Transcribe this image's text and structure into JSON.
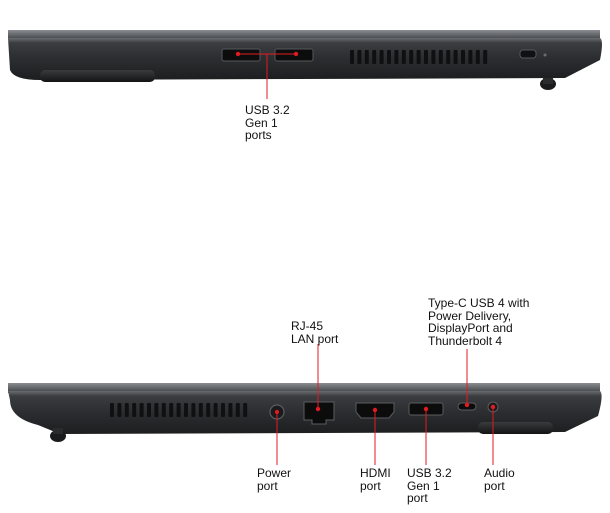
{
  "labels": {
    "usb_left": "USB 3.2\nGen 1\nports",
    "rj45": "RJ-45\nLAN port",
    "typec": "Type-C USB 4 with\nPower Delivery,\nDisplayPort and\nThunderbolt 4",
    "power": "Power\nport",
    "hdmi": "HDMI\nport",
    "usb_right": "USB 3.2\nGen 1\nport",
    "audio": "Audio\nport"
  },
  "colors": {
    "callout": "#e11b22",
    "chassis": "#2b2d30",
    "chassis_edge": "#5a5d61",
    "port_hole": "#0c0c0d",
    "vent": "#0f1011"
  }
}
